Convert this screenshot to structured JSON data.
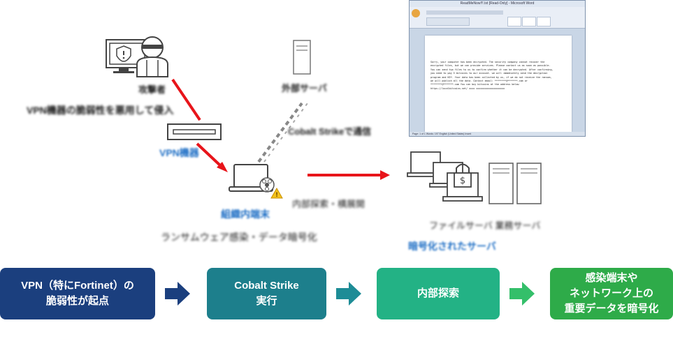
{
  "stages": [
    {
      "label": "VPN（特にFortinet）の\n脆弱性が起点",
      "color": "#1b3f7e"
    },
    {
      "label": "Cobalt Strike\n実行",
      "color": "#1d7f8c"
    },
    {
      "label": "内部探索",
      "color": "#23b285"
    },
    {
      "label": "感染端末や\nネットワーク上の\n重要データを暗号化",
      "color": "#2eab49"
    }
  ],
  "stage_arrow_colors": [
    "#1b3f7e",
    "#1d8c96",
    "#34bf6a"
  ],
  "diagram": {
    "attacker_label": "攻撃者",
    "attacker_note": "VPN機器の脆弱性を悪用して侵入",
    "vpn_label": "VPN機器",
    "server_label": "外部サーバ",
    "cobalt_label": "Cobalt Strikeで通信",
    "pc_label": "組織内端末",
    "pc_note": "ランサムウェア感染・データ暗号化",
    "lateral_note": "内部探索・横展開",
    "target_note": "ファイルサーバ 業務サーバ",
    "encrypted_label": "暗号化されたサーバ",
    "red_color": "#e8141a",
    "blue_color": "#1f6fc5"
  },
  "ransom_doc": {
    "title": "ReadMeNow!!!.txt [Read-Only] - Microsoft Word",
    "status": "Page: 1 of 1   Words: 197   English (United States)   Insert",
    "lines": [
      "Sorry, your computer has been encrypted. The security company cannot recover the",
      "encrypted files, but we can provide services. Please contact us as soon as possible.",
      "You can send two files to us to confirm whether it can be decrypted. After confirming,",
      "you need to pay 5 bitcoins to our account. we will immediately send the decryption",
      "program and KEY. Your data has been collected by us, if we do not receive the ransom,",
      "we will publish all the data. Contact email:        ********@*******.com     or",
      "********@*******.com                          You can buy bitcoins at the address below",
      "https://localbitcoins.net/                      xxxx              xxxxxxxxxxxxxxxxxxxx"
    ]
  }
}
